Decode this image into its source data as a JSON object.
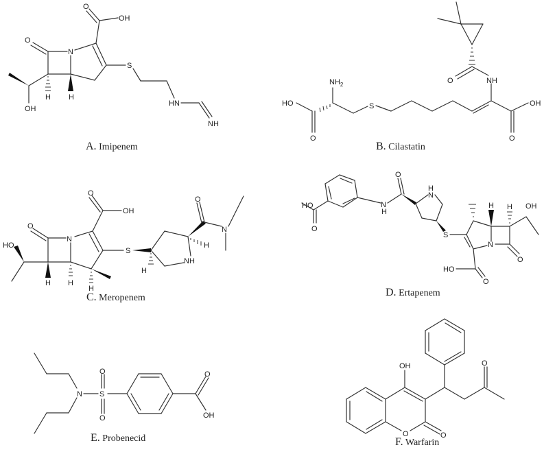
{
  "figure": {
    "panels": [
      {
        "id": "A",
        "letter": "A.",
        "name": "Imipenem"
      },
      {
        "id": "B",
        "letter": "B.",
        "name": "Cilastatin"
      },
      {
        "id": "C",
        "letter": "C.",
        "name": "Meropenem"
      },
      {
        "id": "D",
        "letter": "D.",
        "name": "Ertapenem"
      },
      {
        "id": "E",
        "letter": "E.",
        "name": "Probenecid"
      },
      {
        "id": "F",
        "letter": "F.",
        "name": "Warfarin"
      }
    ],
    "atom_labels": {
      "O": "O",
      "OH": "OH",
      "HO": "HO",
      "N": "N",
      "S": "S",
      "H": "H",
      "NH": "NH",
      "HN": "HN",
      "NH2": "NH",
      "sub2": "2"
    }
  }
}
